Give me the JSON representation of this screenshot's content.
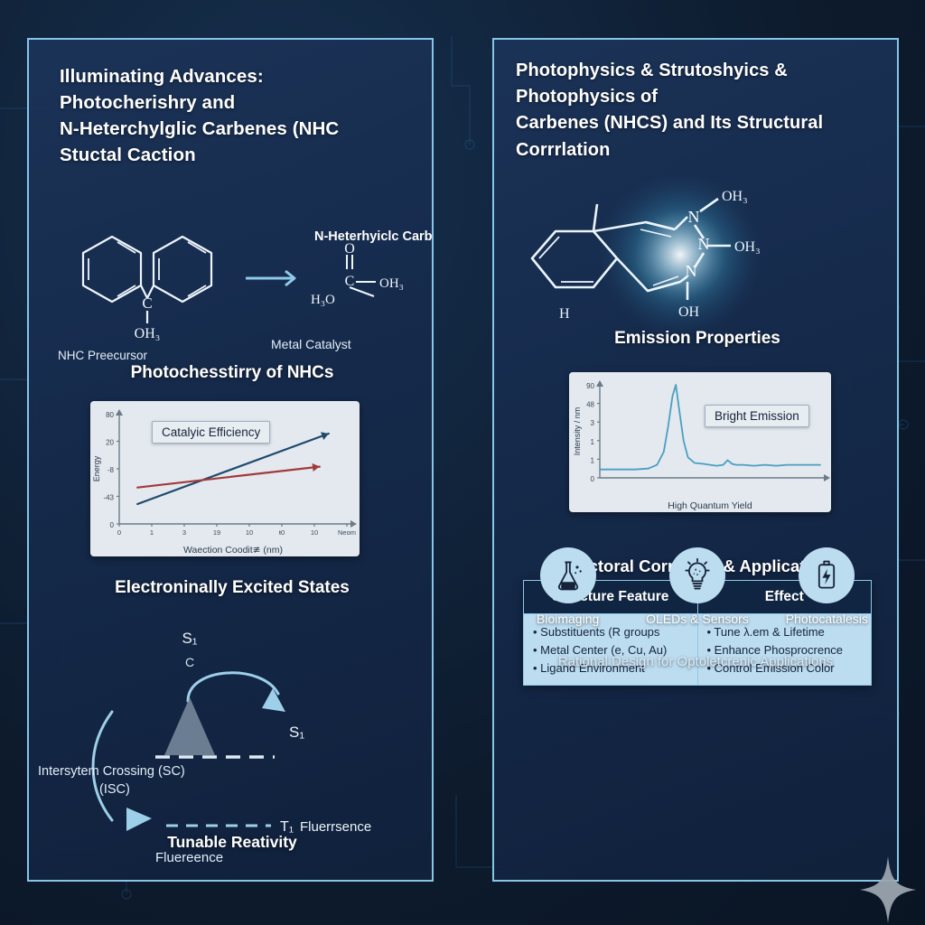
{
  "theme": {
    "bg": "#0c1929",
    "panel_bg": "#1b3358",
    "panel_border": "#86c5e8",
    "accent_light": "#8fc9ea",
    "chart_bg": "#e3e9ef",
    "line_blue": "#1f4a6d",
    "line_red": "#a33a3a",
    "spectrum": "#4a9fc0",
    "table_cell": "#bcdcf0"
  },
  "left_panel": {
    "title": "Illuminating Advances:\nPhotocherishry and\nN-Heterchylglic Carbenes (NHC\nStuctal Caction",
    "scheme": {
      "reactant_label": "NHC Preecursor",
      "reactant_sub": "OH₃",
      "reactant_center": "C",
      "arrow": "→",
      "product_title": "N-Heterhyiclc Carbne",
      "product_label": "Metal Catalyst",
      "atoms": {
        "top": "O",
        "center": "C",
        "right": "OH₃",
        "left": "H₃O"
      }
    },
    "chart_heading": "Photochesstirry of NHCs",
    "energy_heading": "Electroninally Excited States",
    "jablonski": {
      "top_state": "S₁",
      "top_marker": "C",
      "right_state": "S₁",
      "isc_label": "Intersytem Crossing (SC)",
      "isc_sub": "(ISC)",
      "triplet": "T₁",
      "triplet_label": "Fluerrsence",
      "emission_label": "Fluereence",
      "footer": "Tunable Reativity"
    }
  },
  "right_panel": {
    "title": "Photophysics & Strutoshyics &\nPhotophysics of\nCarbenes (NHCS) and Its Structural\nCorrrlation",
    "molecule": {
      "labels": [
        "OH₃",
        "OH₃",
        "OH",
        "H"
      ],
      "atoms": [
        "N",
        "N",
        "N"
      ]
    },
    "emission_heading": "Emission Properties",
    "table_heading": "Structoral Corrlation & Applications",
    "table": {
      "columns": [
        "Structure Feature",
        "Effect"
      ],
      "rows_left": [
        "• Substituents (R groups",
        "• Metal Center (e, Cu, Au)",
        "• Ligand Environment"
      ],
      "rows_right": [
        "• Tune λ.em & Lifetime",
        "• Enhance Phosprocrence",
        "• Control Emission Color"
      ]
    },
    "applications": [
      {
        "label": "Bioimaging",
        "icon": "flask-icon"
      },
      {
        "label": "OLEDs & Sensors",
        "icon": "lightbulb-icon"
      },
      {
        "label": "Photocatalesis",
        "icon": "battery-icon"
      }
    ],
    "footer": "Rational Design for Optoletcrenic Applications",
    "decor_icon": "sparkle-icon"
  },
  "chart_data": [
    {
      "type": "line",
      "id": "catalytic-efficiency",
      "title": "Catalyic Efficiency",
      "xlabel": "Waection Coodit≇ (nm)",
      "ylabel": "Energy",
      "x_ticks": [
        "0",
        "1",
        "3",
        "19",
        "10",
        "ŧ0",
        "10",
        "Neom"
      ],
      "y_ticks": [
        "80",
        "20",
        "-8",
        "-43",
        "0"
      ],
      "series": [
        {
          "name": "blue-trend",
          "color": "#1f4a6d",
          "x": [
            0.08,
            0.92
          ],
          "y": [
            0.18,
            0.82
          ]
        },
        {
          "name": "red-trend",
          "color": "#a33a3a",
          "x": [
            0.08,
            0.88
          ],
          "y": [
            0.33,
            0.52
          ]
        }
      ],
      "grid": false,
      "legend": "none"
    },
    {
      "type": "line",
      "id": "emission-spectrum",
      "title": "Bright Emission",
      "xlabel": "High Quantum Yield",
      "ylabel": "Intensity / nm",
      "x_ticks": [],
      "y_ticks": [
        "90",
        "48",
        "3",
        "1",
        "1",
        "0"
      ],
      "series": [
        {
          "name": "emission",
          "color": "#4a9fc0",
          "x": [
            0.0,
            0.08,
            0.16,
            0.22,
            0.26,
            0.29,
            0.31,
            0.33,
            0.345,
            0.36,
            0.38,
            0.4,
            0.43,
            0.47,
            0.5,
            0.53,
            0.56,
            0.58,
            0.6,
            0.62,
            0.65,
            0.7,
            0.75,
            0.8,
            0.85,
            0.9,
            0.95,
            1.0
          ],
          "y": [
            0.09,
            0.09,
            0.09,
            0.1,
            0.14,
            0.28,
            0.55,
            0.88,
            1.0,
            0.74,
            0.4,
            0.22,
            0.16,
            0.15,
            0.14,
            0.13,
            0.14,
            0.19,
            0.15,
            0.14,
            0.14,
            0.13,
            0.14,
            0.13,
            0.14,
            0.14,
            0.14,
            0.14
          ]
        }
      ],
      "grid": false,
      "legend": "none"
    }
  ]
}
